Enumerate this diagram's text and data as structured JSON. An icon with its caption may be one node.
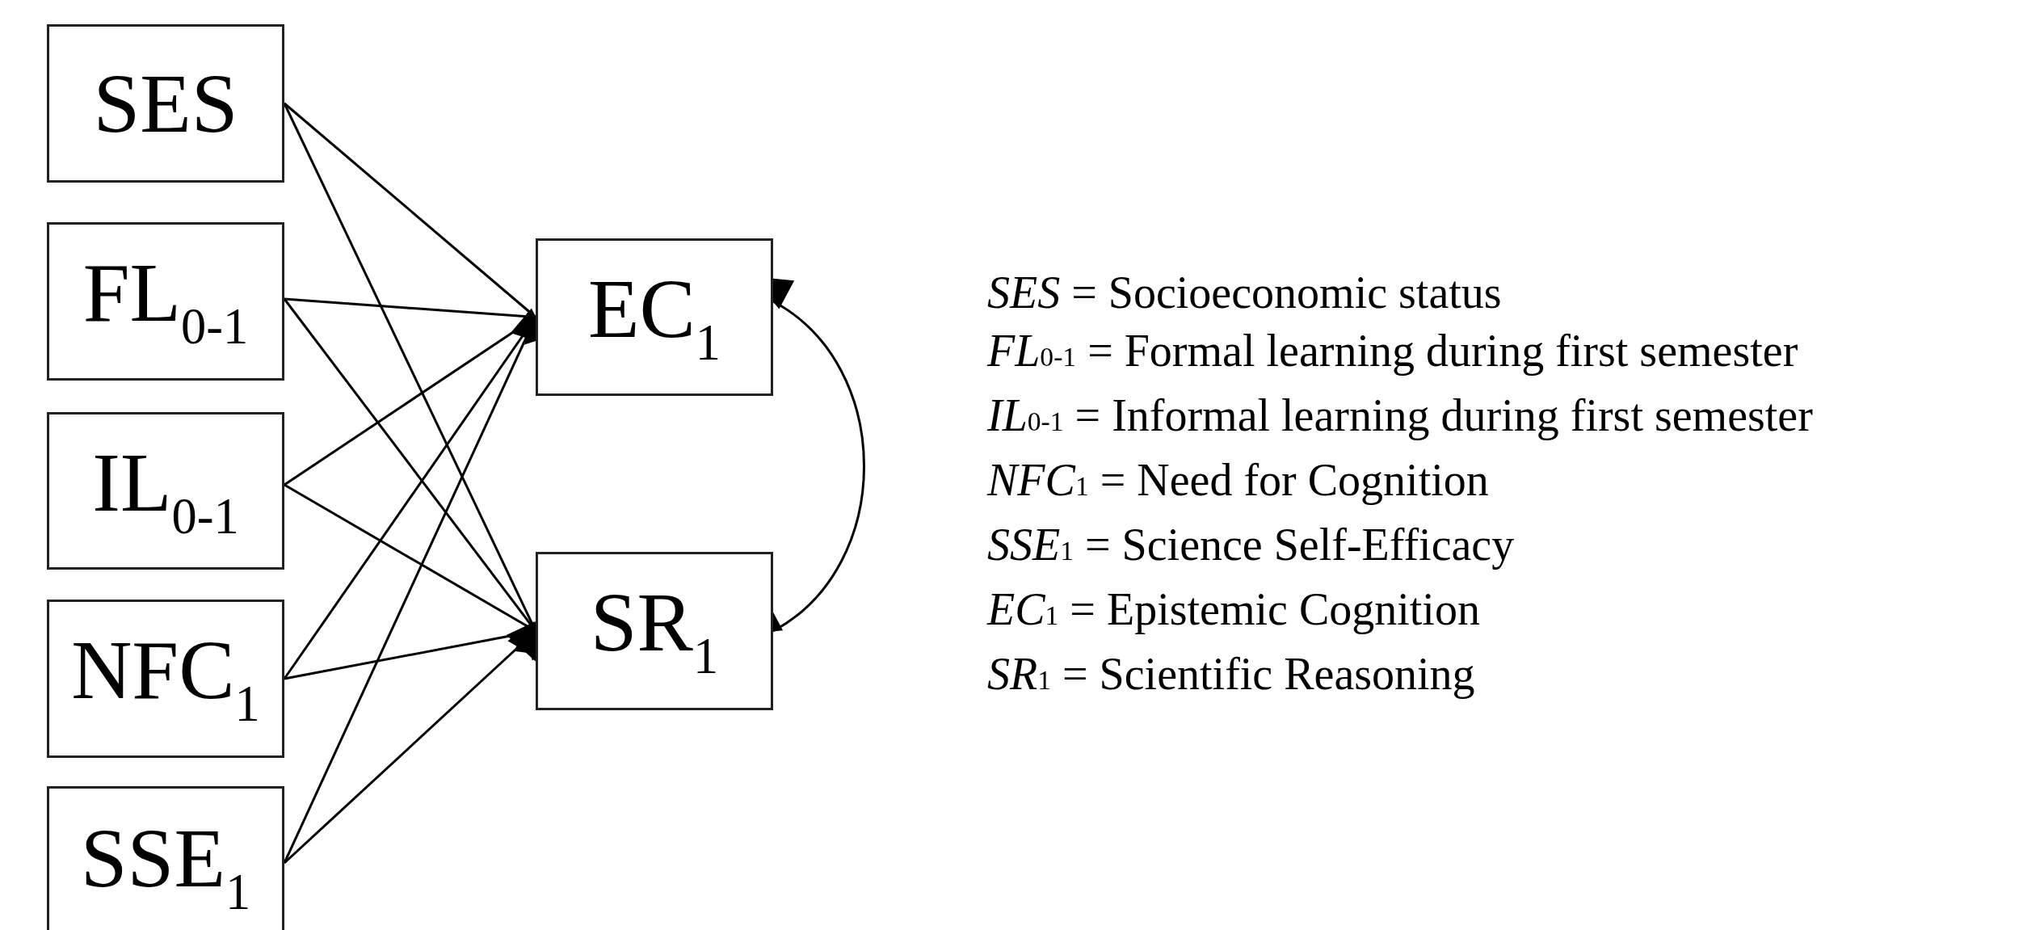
{
  "diagram": {
    "nodes": [
      {
        "text": [
          "SES"
        ]
      },
      {
        "text": [
          "FL$_{0-1}$"
        ]
      },
      {
        "text": [
          "IL$_{0-1}$"
        ]
      },
      {
        "text": [
          "NFC$_{1}$"
        ]
      },
      {
        "text": [
          "SSE$_{1}$"
        ]
      },
      {
        "text": [
          "EC$_{1}$"
        ]
      },
      {
        "text": [
          "SR$_{1}$"
        ]
      }
    ],
    "edges": [
      {
        "from": 0,
        "to": 5,
        "arrow": "to"
      },
      {
        "from": 0,
        "to": 6,
        "arrow": "to"
      },
      {
        "from": 1,
        "to": 5,
        "arrow": "to"
      },
      {
        "from": 1,
        "to": 6,
        "arrow": "to"
      },
      {
        "from": 2,
        "to": 5,
        "arrow": "to"
      },
      {
        "from": 2,
        "to": 6,
        "arrow": "to"
      },
      {
        "from": 3,
        "to": 5,
        "arrow": "to"
      },
      {
        "from": 3,
        "to": 6,
        "arrow": "to"
      },
      {
        "from": 4,
        "to": 5,
        "arrow": "to"
      },
      {
        "from": 4,
        "to": 6,
        "arrow": "to"
      },
      {
        "from": 5,
        "to": 6,
        "arrow": "both"
      }
    ],
    "labels": [
      "*SES* = Socioeconomic status",
      "*FL*$_{0-1}$ = Formal learning during first semester",
      "*IL*$_{0-1}$ = Informal learning during first semester",
      "*NFC*$_{1}$ = Need for Cognition",
      "*SSE*$_{1}$ = Science Self-Efficacy",
      "*EC*$_{1}$ = Epistemic Cognition",
      "*SR*$_{1}$ = Scientific Reasoning"
    ]
  }
}
